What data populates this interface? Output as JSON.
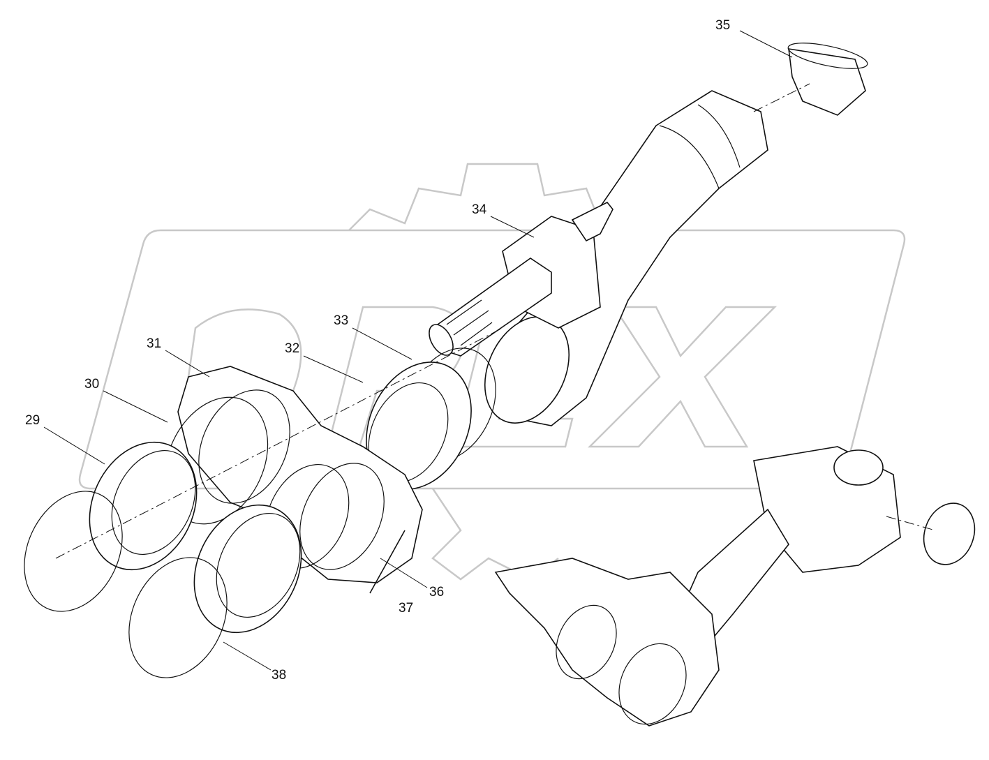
{
  "callouts": [
    {
      "id": "35"
    },
    {
      "id": "34"
    },
    {
      "id": "33"
    },
    {
      "id": "32"
    },
    {
      "id": "31"
    },
    {
      "id": "30"
    },
    {
      "id": "29"
    },
    {
      "id": "36"
    },
    {
      "id": "37"
    },
    {
      "id": "38"
    }
  ],
  "watermark": "OPEX",
  "colors": {
    "line": "#111111",
    "watermark": "#c8c8c8",
    "background": "#ffffff"
  }
}
